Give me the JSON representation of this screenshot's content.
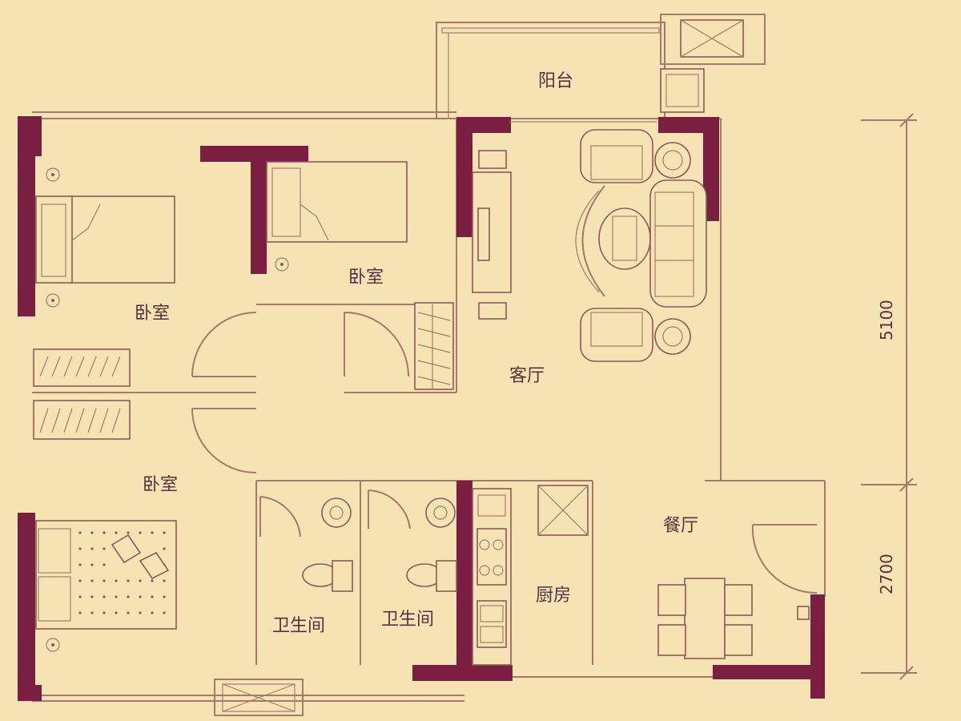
{
  "rooms": {
    "balcony": "阳台",
    "bedroom_top": "卧室",
    "bedroom_left": "卧室",
    "bedroom_bottom": "卧室",
    "living": "客厅",
    "dining": "餐厅",
    "kitchen": "厨房",
    "bath_left": "卫生间",
    "bath_right": "卫生间"
  },
  "dimensions": {
    "upper": "5100",
    "lower": "2700"
  },
  "colors": {
    "background": "#f6e3b4",
    "wall": "#7a1f42",
    "line": "#a57a6a",
    "text": "#5a3040"
  }
}
